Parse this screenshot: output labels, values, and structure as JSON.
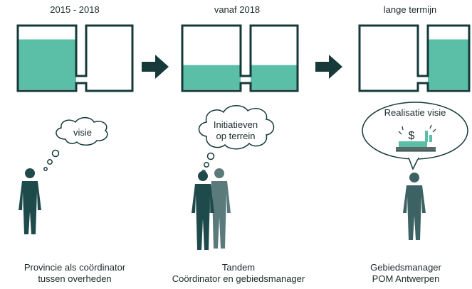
{
  "colors": {
    "water": "#5bbfa8",
    "outline": "#16393a",
    "arrow": "#16393a",
    "person_dark": "#1f4a4b",
    "person_light": "#5a7a7b",
    "ground": "#1b2a2a"
  },
  "phases": [
    {
      "title": "2015 - 2018",
      "fill_left": 0.82,
      "fill_right": 0.0,
      "thought": [
        "visie"
      ],
      "caption": [
        "Provincie als coördinator",
        "tussen overheden"
      ]
    },
    {
      "title": "vanaf 2018",
      "fill_left": 0.4,
      "fill_right": 0.4,
      "thought": [
        "Initiatieven",
        "op terrein"
      ],
      "caption": [
        "Tandem",
        "Coördinator en gebiedsmanager"
      ]
    },
    {
      "title": "lange termijn",
      "fill_left": 0.0,
      "fill_right": 0.82,
      "thought": [
        "Realisatie visie"
      ],
      "caption": [
        "Gebiedsmanager",
        "POM Antwerpen"
      ]
    }
  ],
  "icons": [
    "arrow-right-icon",
    "arrow-right-icon",
    "dollar-icon",
    "factory-icon"
  ],
  "symbol": "$"
}
